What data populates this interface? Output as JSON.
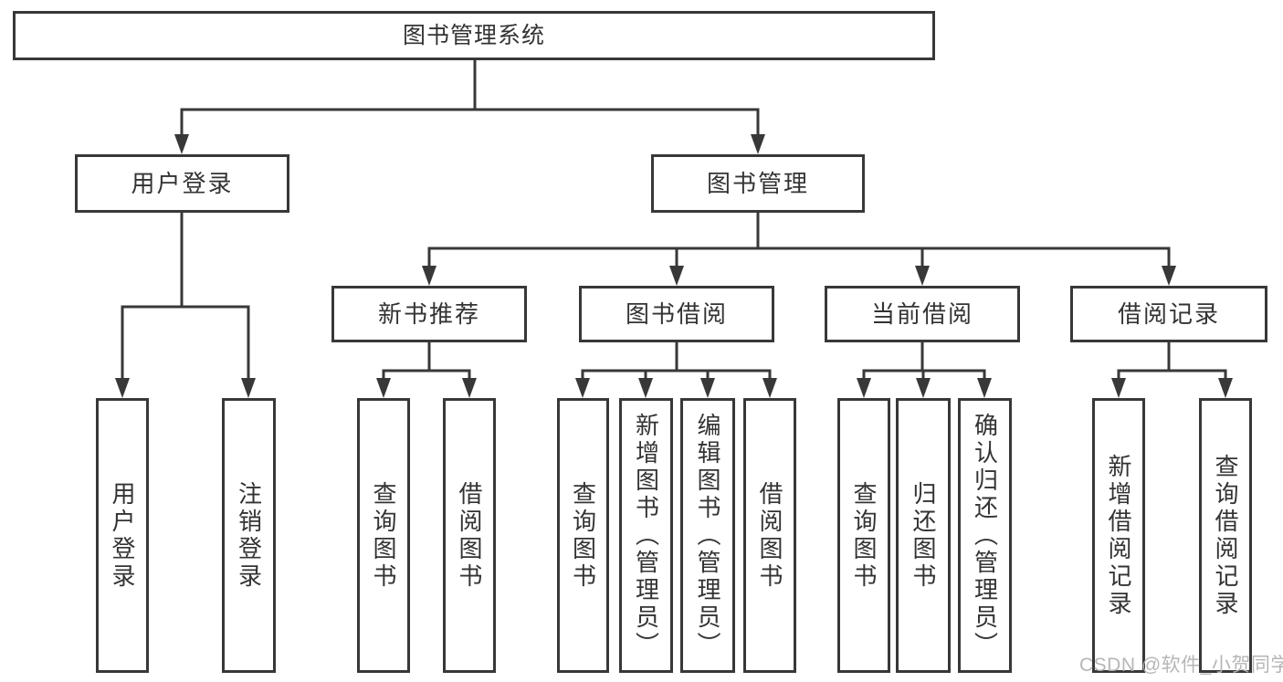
{
  "nodes": {
    "root": "图书管理系统",
    "user_login": "用户登录",
    "book_management": "图书管理",
    "new_book_recommend": "新书推荐",
    "book_borrow": "图书借阅",
    "current_borrow": "当前借阅",
    "borrow_record": "借阅记录",
    "user_login_children": [
      "用户登录",
      "注销登录"
    ],
    "new_book_children": [
      "查询图书",
      "借阅图书"
    ],
    "book_borrow_children": [
      "查询图书",
      "新增图书（管理员）",
      "编辑图书（管理员）",
      "借阅图书"
    ],
    "current_borrow_children": [
      "查询图书",
      "归还图书",
      "确认归还（管理员）"
    ],
    "borrow_record_children": [
      "新增借阅记录",
      "查询借阅记录"
    ]
  },
  "watermark": "CSDN @软件_小贺同学",
  "colors": {
    "line": "#383838",
    "text": "#333333",
    "background": "#ffffff",
    "watermark": "#b2b2b2"
  }
}
